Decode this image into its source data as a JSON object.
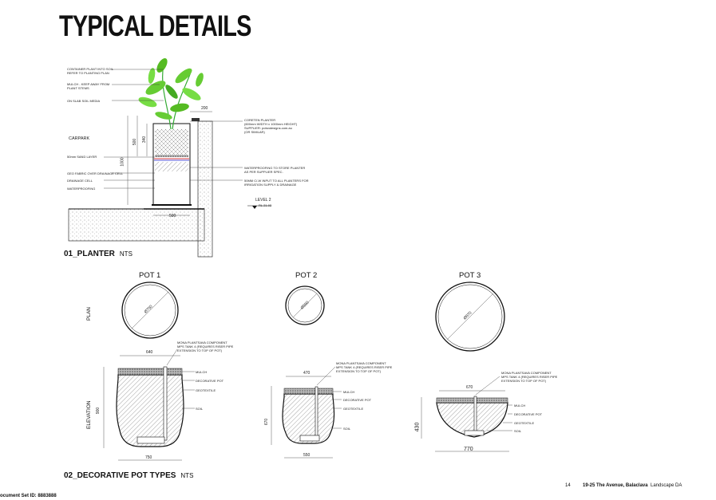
{
  "page_title": "TYPICAL DETAILS",
  "planter": {
    "section_title": "01_PLANTER",
    "nts": "NTS",
    "label_carpark": "CARPARK",
    "label_level": "LEVEL 2",
    "label_rl": "RL 21.93",
    "notes_left": [
      "CONTAINER PLANT INTO SOIL\nREFER TO PLANTING PLAN",
      "MULCH - KEEP AWAY FROM\nPLANT STEMS",
      "ON SLAB SOIL MEDIA",
      "50mm SAND LAYER",
      "GEO FABRIC OVER DRAINAGE CELL",
      "DRAINAGE CELL",
      "WATERPROOFING"
    ],
    "notes_right": [
      "CORETEN PLANTER\n(600mm WIDTH x 1000mm HEIGHT)\nSUPPLIER: potsndesigns.com.au\n(OR SIMILAR)",
      "WATERPROOFING TO STORE PLANTER\nAS PER SUPPLIER SPEC.",
      "50MM C/-W INPUT TO ALL PLANTERS FOR\nIRRIGATION SUPPLY & DRAINAGE"
    ],
    "dims": {
      "top": "200",
      "width": "500",
      "h1": "500",
      "h2": "340",
      "h3": "1000"
    }
  },
  "pots": {
    "section_title": "02_DECORATIVE POT TYPES",
    "nts": "NTS",
    "plan_label": "PLAN",
    "elevation_label": "ELEVATION",
    "component_note": "MONA PLANTSAVA COMPONENT\nMPS TANK 4 (REQUIRES RISER PIPE\nEXTENSION TO TOP OF POT)",
    "layer_labels": [
      "MULCH",
      "DECORATIVE POT",
      "GEOTEXTILE",
      "SOIL"
    ],
    "items": [
      {
        "name": "POT 1",
        "plan_dim": "Ø750",
        "top_dim": "640",
        "base_dim": "750",
        "height_dim": "900"
      },
      {
        "name": "POT 2",
        "plan_dim": "Ø550",
        "top_dim": "470",
        "base_dim": "550",
        "height_dim": "670"
      },
      {
        "name": "POT 3",
        "plan_dim": "Ø870",
        "top_dim": "670",
        "base_dim": "770",
        "height_dim": "430"
      }
    ]
  },
  "footer": {
    "page_number": "14",
    "project": "19-25 The Avenue, Balaclava",
    "doc_type": "Landscape DA",
    "doc_set": "ocument Set ID: 8883888"
  }
}
